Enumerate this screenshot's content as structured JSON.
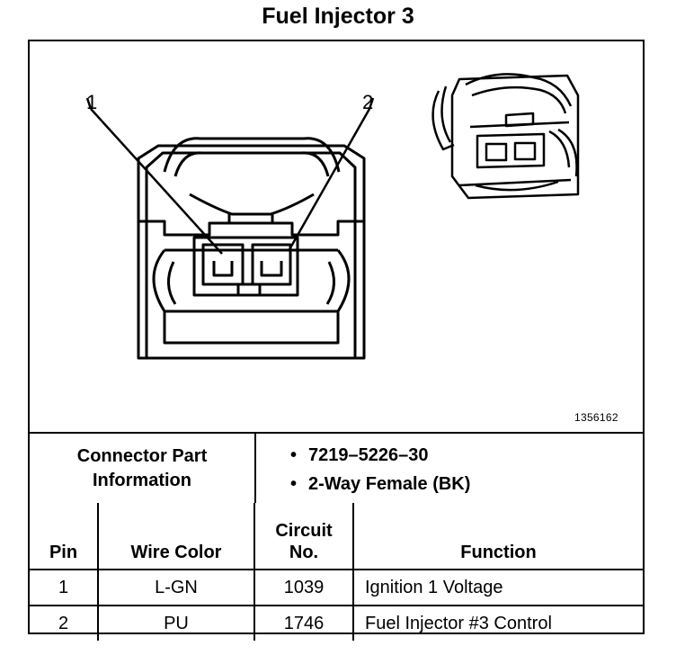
{
  "title": "Fuel Injector 3",
  "diagram": {
    "pin_callouts": [
      "1",
      "2"
    ],
    "reference_id": "1356162"
  },
  "connector_info": {
    "label_line1": "Connector Part",
    "label_line2": "Information",
    "bullet": "•",
    "items": [
      "7219–5226–30",
      "2-Way Female (BK)"
    ]
  },
  "table": {
    "headers": {
      "pin": "Pin",
      "wire_color": "Wire Color",
      "circuit_line1": "Circuit",
      "circuit_line2": "No.",
      "function": "Function"
    },
    "rows": [
      {
        "pin": "1",
        "wire_color": "L-GN",
        "circuit": "1039",
        "function": "Ignition 1 Voltage"
      },
      {
        "pin": "2",
        "wire_color": "PU",
        "circuit": "1746",
        "function": "Fuel Injector #3 Control"
      }
    ]
  }
}
